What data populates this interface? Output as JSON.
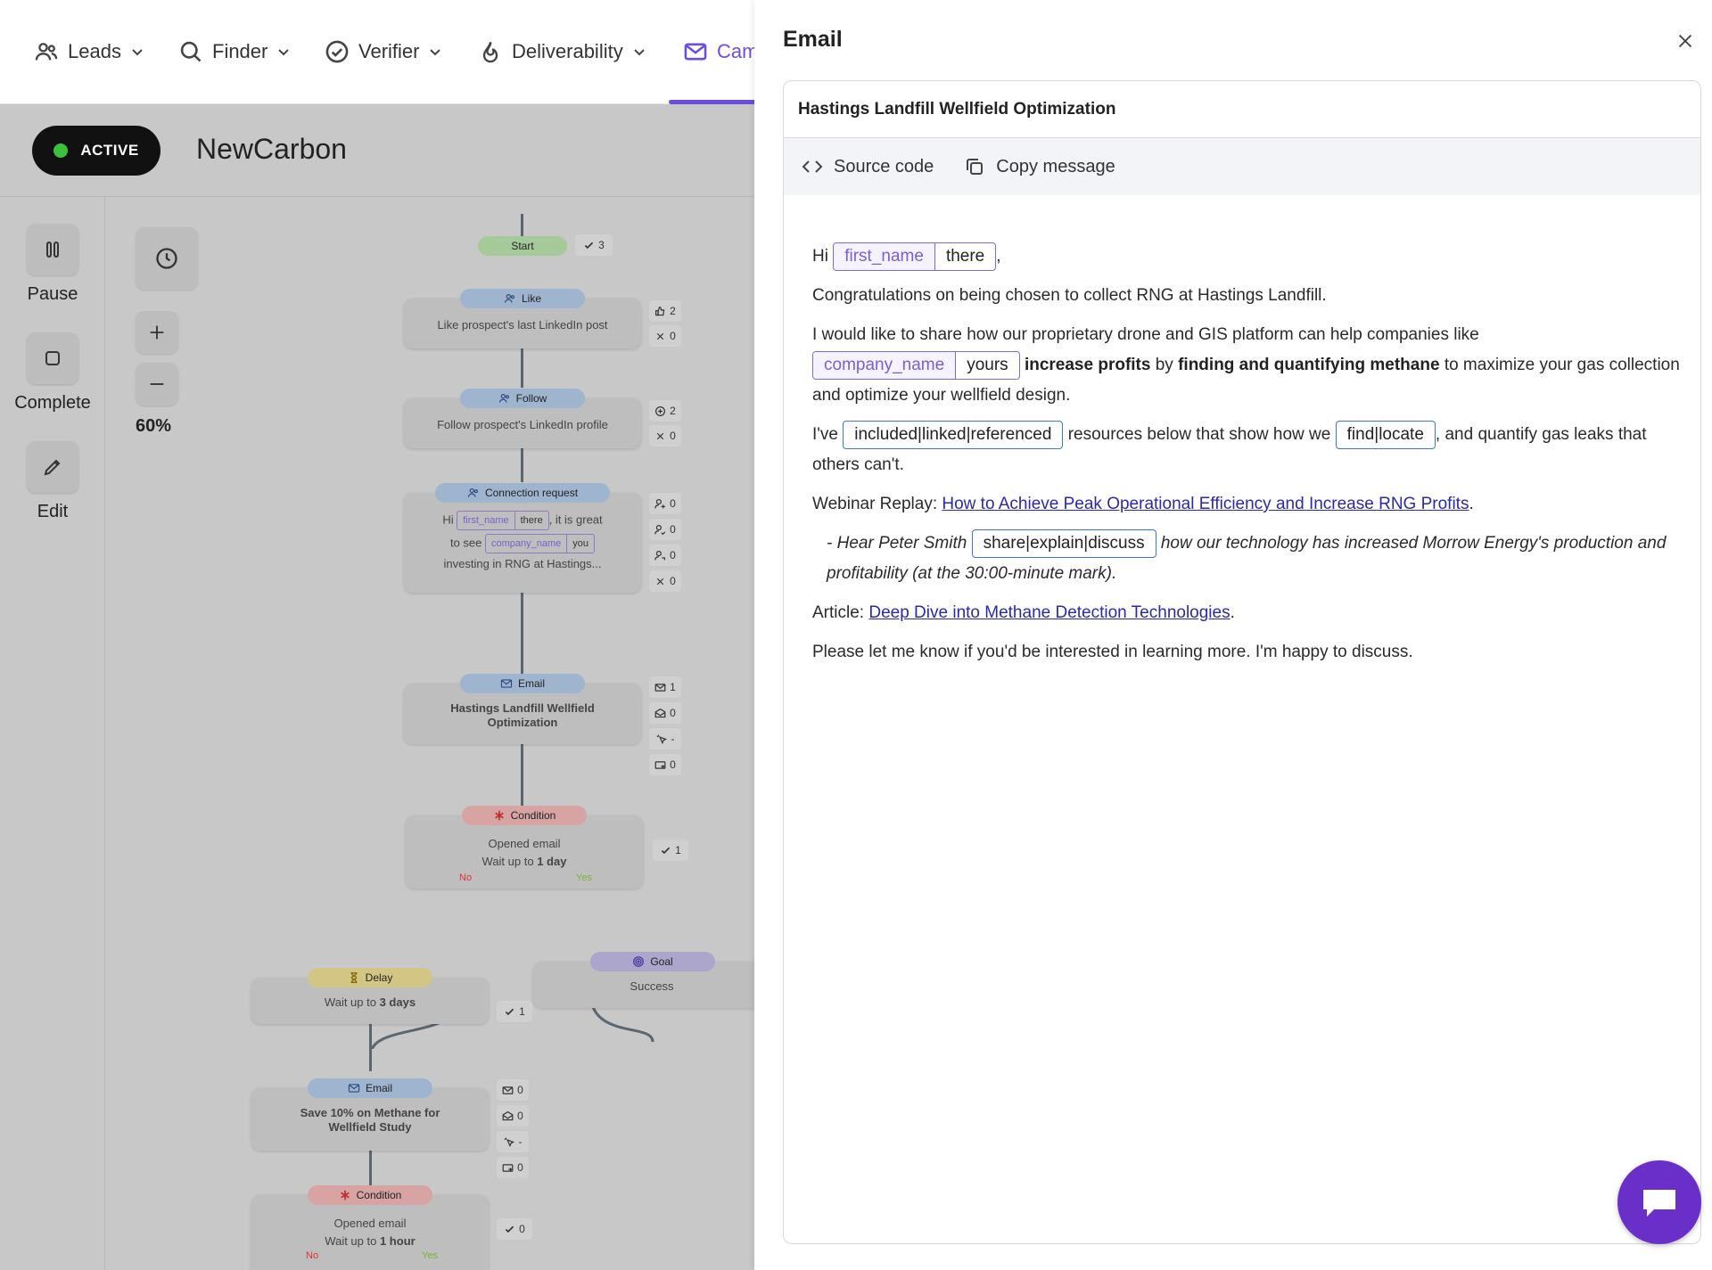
{
  "nav": {
    "items": [
      {
        "label": "Leads",
        "icon": "users-icon"
      },
      {
        "label": "Finder",
        "icon": "search-icon"
      },
      {
        "label": "Verifier",
        "icon": "check-circle-icon"
      },
      {
        "label": "Deliverability",
        "icon": "flame-icon"
      },
      {
        "label": "Cam",
        "icon": "mail-icon"
      }
    ]
  },
  "campaign": {
    "status": "ACTIVE",
    "name": "NewCarbon"
  },
  "tools": {
    "pause": "Pause",
    "complete": "Complete",
    "edit": "Edit"
  },
  "zoom": "60%",
  "flow": {
    "start": {
      "label": "Start",
      "stat": "3"
    },
    "like": {
      "label": "Like",
      "text": "Like prospect's last LinkedIn post",
      "stats": [
        "2",
        "0"
      ]
    },
    "follow": {
      "label": "Follow",
      "text": "Follow prospect's LinkedIn profile",
      "stats": [
        "2",
        "0"
      ]
    },
    "connection": {
      "label": "Connection request",
      "hi": "Hi",
      "var1_key": "first_name",
      "var1_val": "there",
      "mid": ", it is great",
      "to_see": "to see",
      "var2_key": "company_name",
      "var2_val": "you",
      "end": "investing in RNG at Hastings...",
      "stats": [
        "0",
        "0",
        "0",
        "0"
      ]
    },
    "email1": {
      "label": "Email",
      "line1": "Hastings Landfill Wellfield",
      "line2": "Optimization",
      "stats": [
        "1",
        "0",
        "-",
        "0"
      ]
    },
    "condition1": {
      "label": "Condition",
      "line1": "Opened email",
      "line2_prefix": "Wait up to",
      "line2_bold": "1 day",
      "no": "No",
      "yes": "Yes",
      "stat": "1"
    },
    "delay": {
      "label": "Delay",
      "text_prefix": "Wait up to",
      "text_bold": "3 days",
      "stat": "1"
    },
    "goal": {
      "label": "Goal",
      "text": "Success"
    },
    "email2": {
      "label": "Email",
      "line1": "Save 10% on Methane for",
      "line2": "Wellfield Study",
      "stats": [
        "0",
        "0",
        "-",
        "0"
      ]
    },
    "condition2": {
      "label": "Condition",
      "line1": "Opened email",
      "line2_prefix": "Wait up to",
      "line2_bold": "1 hour",
      "no": "No",
      "yes": "Yes",
      "stat": "0"
    }
  },
  "panel": {
    "title": "Email",
    "subject": "Hastings Landfill Wellfield Optimization",
    "source_code": "Source code",
    "copy_message": "Copy message",
    "email": {
      "greeting": "Hi",
      "first_name_key": "first_name",
      "first_name_val": "there",
      "comma": ",",
      "p1": "Congratulations on being chosen to collect RNG at Hastings Landfill.",
      "p2_start": "I would like to share how our proprietary drone and GIS platform can help companies like",
      "company_key": "company_name",
      "company_val": "yours",
      "p2_bold1": "increase profits",
      "p2_by": "by",
      "p2_bold2": "finding and quantifying methane",
      "p2_end": "to maximize your gas collection and optimize your wellfield design.",
      "p3_start": "I've",
      "spin1": "included|linked|referenced",
      "p3_mid": "resources below that show how we",
      "spin2": "find|locate",
      "p3_end": ", and quantify gas leaks that others can't.",
      "webinar_label": "Webinar Replay:",
      "webinar_link": "How to Achieve Peak Operational Efficiency and Increase RNG Profits",
      "dot": ".",
      "hear_start": "- Hear Peter Smith",
      "spin3": "share|explain|discuss",
      "hear_end": "how our technology has increased Morrow Energy's production and profitability (at the 30:00-minute mark).",
      "article_label": "Article:",
      "article_link": "Deep Dive into Methane Detection Technologies",
      "closing": "Please let me know if you'd be interested in learning more. I'm happy to discuss."
    }
  },
  "colors": {
    "accent": "#6c4de0",
    "chat": "#6a2fc9",
    "active_dot": "#3bc13b",
    "link": "#2a2aa8"
  }
}
